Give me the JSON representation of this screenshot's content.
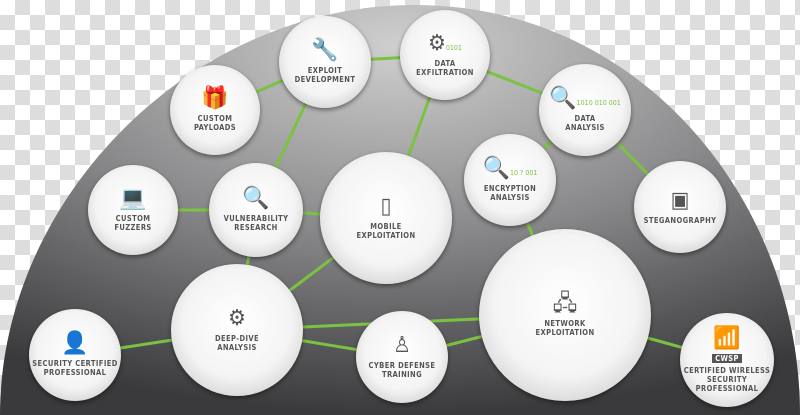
{
  "colors": {
    "link": "#7cc242",
    "dome_dark": "#3c3c3e",
    "dome_light": "#c8c8c8",
    "text": "#555555"
  },
  "nodes": [
    {
      "id": "custom-payloads",
      "label": "CUSTOM\nPAYLOADS",
      "icon": "gift-icon"
    },
    {
      "id": "exploit-development",
      "label": "EXPLOIT\nDEVELOPMENT",
      "icon": "wrench-screwdriver-icon"
    },
    {
      "id": "data-exfiltration",
      "label": "DATA\nEXFILTRATION",
      "icon": "vacuum-icon",
      "icon_text": "0101"
    },
    {
      "id": "data-analysis",
      "label": "DATA\nANALYSIS",
      "icon": "magnifier-icon",
      "icon_text": "1010 010 001"
    },
    {
      "id": "encryption-analysis",
      "label": "ENCRYPTION\nANALYSIS",
      "icon": "magnifier-question-icon",
      "icon_text": "10 ? 001"
    },
    {
      "id": "steganography",
      "label": "STEGANOGRAPHY",
      "icon": "image-icon"
    },
    {
      "id": "custom-fuzzers",
      "label": "CUSTOM\nFUZZERS",
      "icon": "laptop-hammer-icon"
    },
    {
      "id": "vulnerability-research",
      "label": "VULNERABILITY\nRESEARCH",
      "icon": "magnifier-bug-icon"
    },
    {
      "id": "mobile-exploitation",
      "label": "MOBILE\nEXPLOITATION",
      "icon": "phone-icon"
    },
    {
      "id": "network-exploitation",
      "label": "NETWORK\nEXPLOITATION",
      "icon": "network-icon"
    },
    {
      "id": "deep-dive-analysis",
      "label": "DEEP-DIVE\nANALYSIS",
      "icon": "gear-monitor-icon"
    },
    {
      "id": "cyber-defense-training",
      "label": "CYBER DEFENSE\nTRAINING",
      "icon": "presenter-icon"
    },
    {
      "id": "security-certified-professional",
      "label": "SECURITY CERTIFIED\nPROFESSIONAL",
      "icon": "person-icon"
    },
    {
      "id": "cwsp",
      "label": "CERTIFIED WIRELESS\nSECURITY\nPROFESSIONAL",
      "icon": "wifi-person-icon",
      "badge": "CWSP"
    }
  ]
}
